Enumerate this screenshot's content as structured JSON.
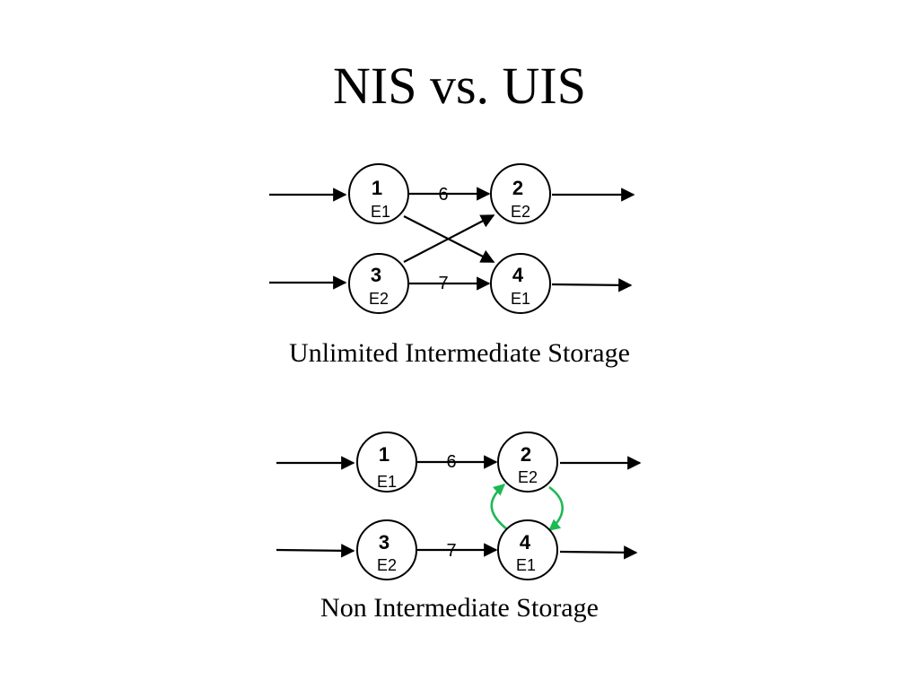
{
  "title": "NIS vs. UIS",
  "colors": {
    "ink": "#000000",
    "swap_arrow": "#1db954"
  },
  "uis": {
    "caption": "Unlimited Intermediate Storage",
    "nodes": [
      {
        "id": "1",
        "equipment": "E1"
      },
      {
        "id": "2",
        "equipment": "E2"
      },
      {
        "id": "3",
        "equipment": "E2"
      },
      {
        "id": "4",
        "equipment": "E1"
      }
    ],
    "edge_labels": {
      "top": "6",
      "bottom": "7"
    }
  },
  "nis": {
    "caption": "Non Intermediate Storage",
    "nodes": [
      {
        "id": "1",
        "equipment": "E1"
      },
      {
        "id": "2",
        "equipment": "E2"
      },
      {
        "id": "3",
        "equipment": "E2"
      },
      {
        "id": "4",
        "equipment": "E1"
      }
    ],
    "edge_labels": {
      "top": "6",
      "bottom": "7"
    }
  }
}
